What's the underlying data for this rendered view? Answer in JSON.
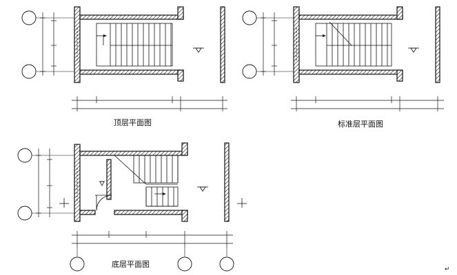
{
  "plans": [
    {
      "id": "top",
      "title": "顶层平面图"
    },
    {
      "id": "standard",
      "title": "标准层平面图"
    },
    {
      "id": "ground",
      "title": "底层平面图"
    }
  ],
  "footer_mark": "↵"
}
